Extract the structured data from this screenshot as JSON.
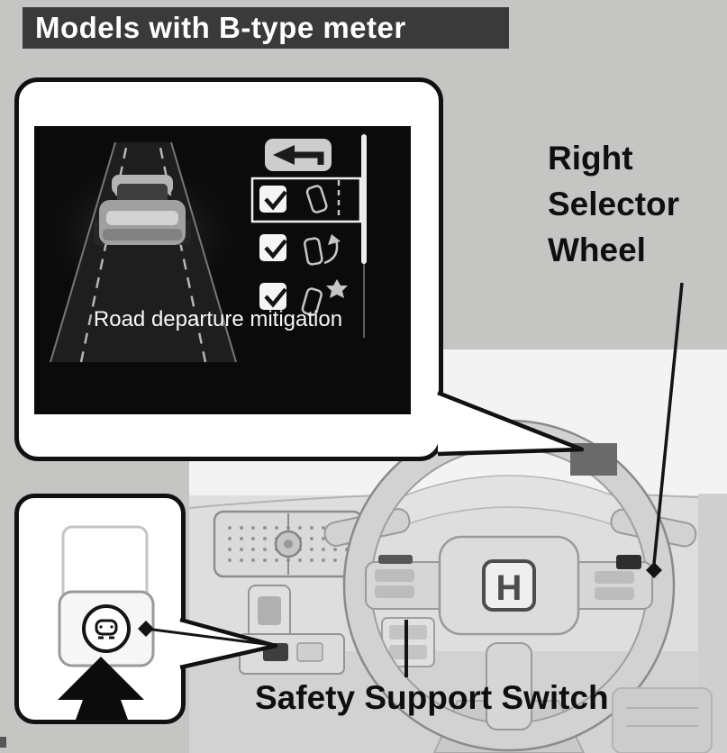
{
  "page": {
    "banner": "Models with B-type meter"
  },
  "meter_callout": {
    "caption": "Road departure mitigation",
    "back_icon": "back-arrow-icon",
    "menu_items": [
      {
        "icon": "road-departure-mitigation-icon",
        "checkbox": "checked",
        "selected": true
      },
      {
        "icon": "steering-assist-icon",
        "checkbox": "checked",
        "selected": false
      },
      {
        "icon": "collision-mitigation-icon",
        "checkbox": "checked",
        "selected": false
      }
    ],
    "scrollbar_thumb": "top"
  },
  "callout_labels": {
    "right_selector_wheel": "Right Selector Wheel",
    "safety_support_switch": "Safety Support Switch"
  },
  "dashboard": {
    "brand_logo": "H",
    "meter_location_marker": "gray-rectangle",
    "pointers": [
      "right-selector-wheel-pointer",
      "safety-support-switch-pointer"
    ]
  },
  "colors": {
    "page_background": "#c5c6c4",
    "banner_background": "#3a3a3a",
    "banner_text": "#ffffff",
    "callout_border": "#111111",
    "callout_background": "#ffffff",
    "screen_background": "#0b0b0b",
    "screen_text": "#f7f7f7",
    "label_text": "#0f0f0f",
    "marker_fill": "#6a6a6a"
  }
}
